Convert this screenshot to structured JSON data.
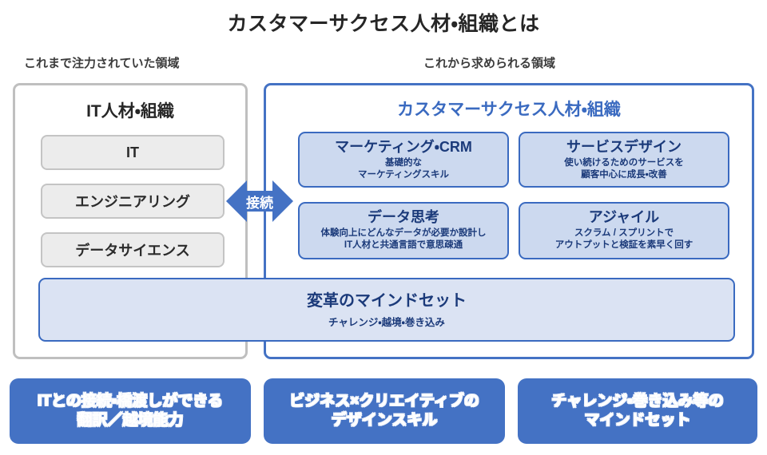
{
  "title": "カスタマーサクセス人材・組織とは",
  "captions": {
    "left": "これまで注力されていた領域",
    "right": "これから求められる領域"
  },
  "left_panel": {
    "title": "IT人材・組織",
    "items": [
      {
        "label": "IT"
      },
      {
        "label": "エンジニアリング"
      },
      {
        "label": "データサイエンス"
      }
    ]
  },
  "connector": {
    "label": "接続",
    "icon": "double-arrow-icon"
  },
  "right_panel": {
    "title": "カスタマーサクセス人材・組織",
    "cards": [
      {
        "title": "マーケティング・CRM",
        "desc_line1": "基礎的な",
        "desc_line2": "マーケティングスキル"
      },
      {
        "title": "サービスデザイン",
        "desc_line1": "使い続けるためのサービスを",
        "desc_line2": "顧客中心に成長・改善"
      },
      {
        "title": "データ思考",
        "desc_line1": "体験向上にどんなデータが必要か設計し",
        "desc_line2": "IT人材と共通言語で意思疎通"
      },
      {
        "title": "アジャイル",
        "desc_line1": "スクラム / スプリントで",
        "desc_line2": "アウトプットと検証を素早く回す"
      }
    ]
  },
  "mindset": {
    "title": "変革のマインドセット",
    "desc": "チャレンジ・越境・巻き込み"
  },
  "banners": [
    {
      "line1": "ITとの接続・橋渡しができる",
      "line2": "翻訳／越境能力"
    },
    {
      "line1": "ビジネス×クリエイティブの",
      "line2": "デザインスキル"
    },
    {
      "line1": "チャレンジ・巻き込み等の",
      "line2": "マインドセット"
    }
  ],
  "colors": {
    "accent_blue": "#4472c4",
    "card_fill": "#ccd9ef",
    "mindset_fill": "#dbe3f3",
    "card_border": "#3a6ac0",
    "gray_fill": "#ececec",
    "gray_border": "#c4c4c4",
    "text_dark": "#262626",
    "text_blue": "#1b3a7a"
  }
}
